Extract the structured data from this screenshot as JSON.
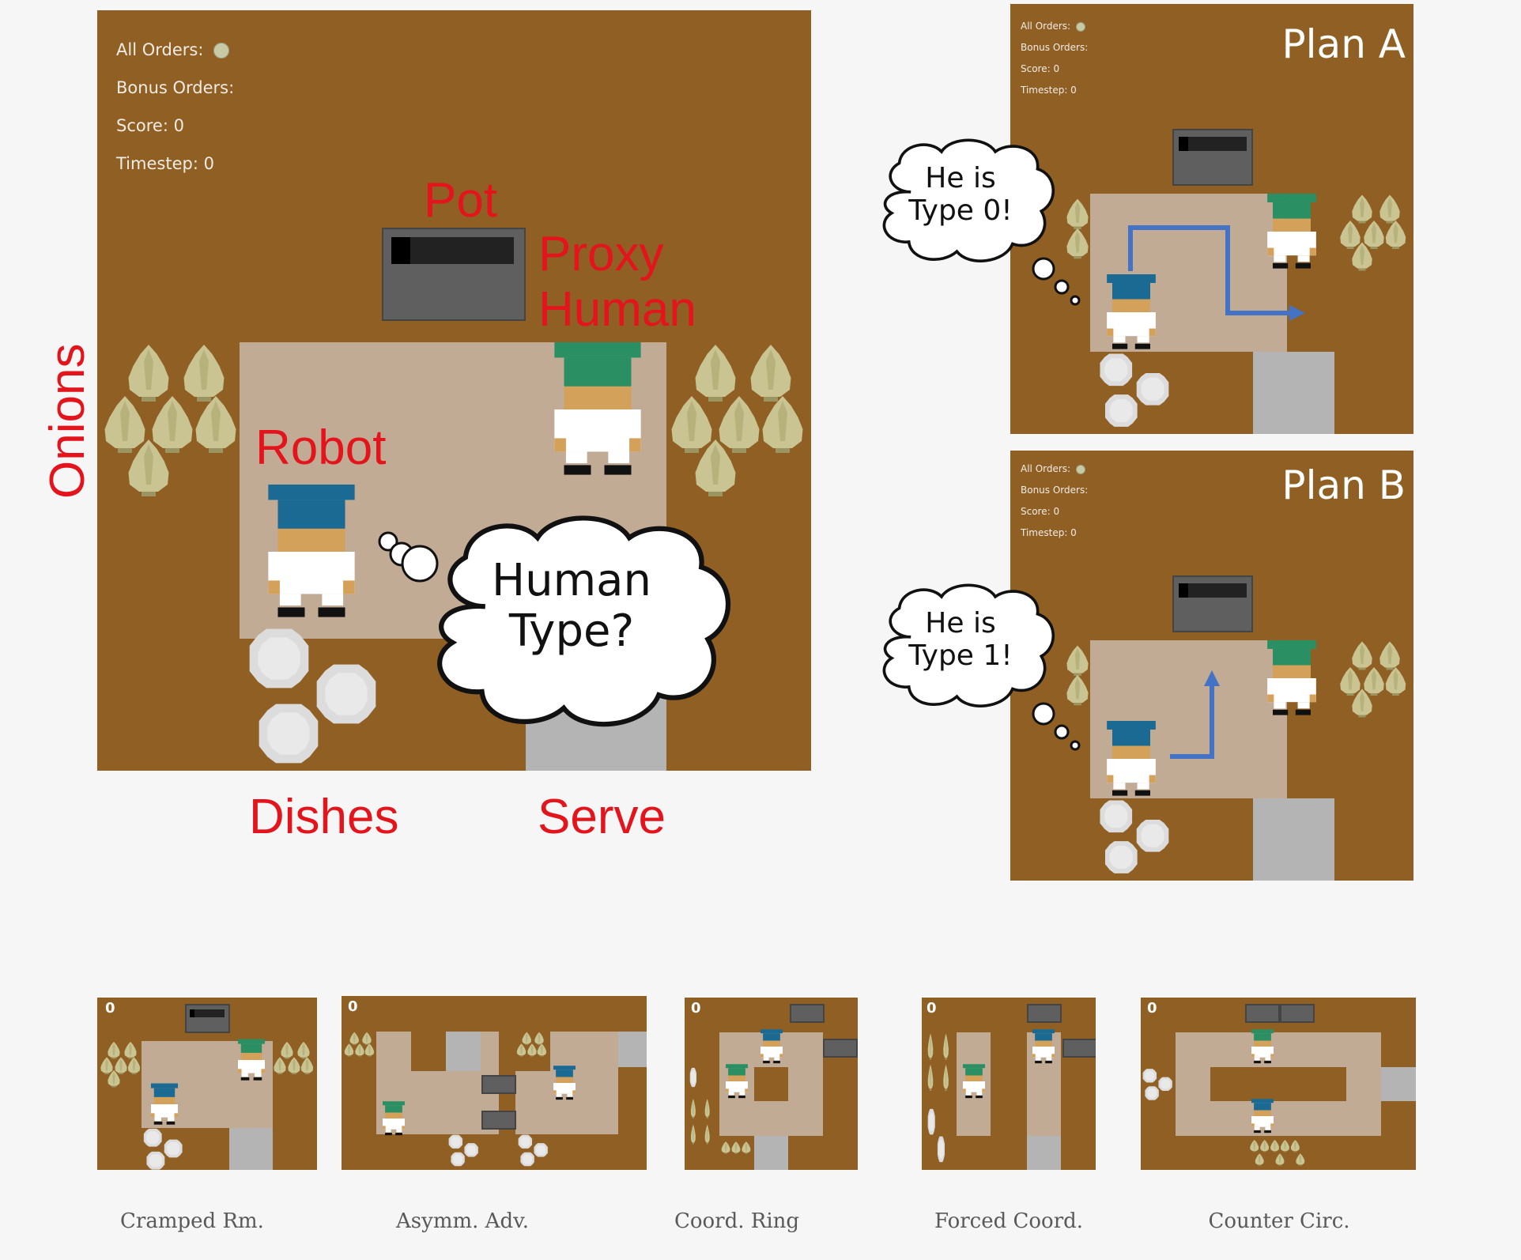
{
  "main": {
    "hud": {
      "all_orders": "All Orders:",
      "bonus_orders": "Bonus Orders:",
      "score": "Score: 0",
      "timestep": "Timestep: 0"
    },
    "labels": {
      "pot": "Pot",
      "proxy": "Proxy",
      "human": "Human",
      "robot": "Robot",
      "onions": "Onions",
      "dishes": "Dishes",
      "serve": "Serve"
    },
    "thought": {
      "line1": "Human",
      "line2": "Type?"
    }
  },
  "plan_a": {
    "title": "Plan A",
    "hud": {
      "all_orders": "All Orders:",
      "bonus_orders": "Bonus Orders:",
      "score": "Score: 0",
      "timestep": "Timestep: 0"
    },
    "thought": {
      "line1": "He is",
      "line2": "Type 0!"
    }
  },
  "plan_b": {
    "title": "Plan B",
    "hud": {
      "all_orders": "All Orders:",
      "bonus_orders": "Bonus Orders:",
      "score": "Score: 0",
      "timestep": "Timestep: 0"
    },
    "thought": {
      "line1": "He is",
      "line2": "Type 1!"
    }
  },
  "layouts": [
    {
      "score": "0",
      "label": "Cramped Rm."
    },
    {
      "score": "0",
      "label": "Asymm. Adv."
    },
    {
      "score": "0",
      "label": "Coord. Ring"
    },
    {
      "score": "0",
      "label": "Forced Coord."
    },
    {
      "score": "0",
      "label": "Counter Circ."
    }
  ],
  "colors": {
    "board": "#8f5f24",
    "floor": "#c2ab95",
    "serve": "#b4b4b4",
    "pot": "#5f5f5f",
    "robot_hat": "#1b6a94",
    "human_hat": "#2a8f63",
    "label_red": "#e3141b",
    "arrow_blue": "#4472c4"
  }
}
